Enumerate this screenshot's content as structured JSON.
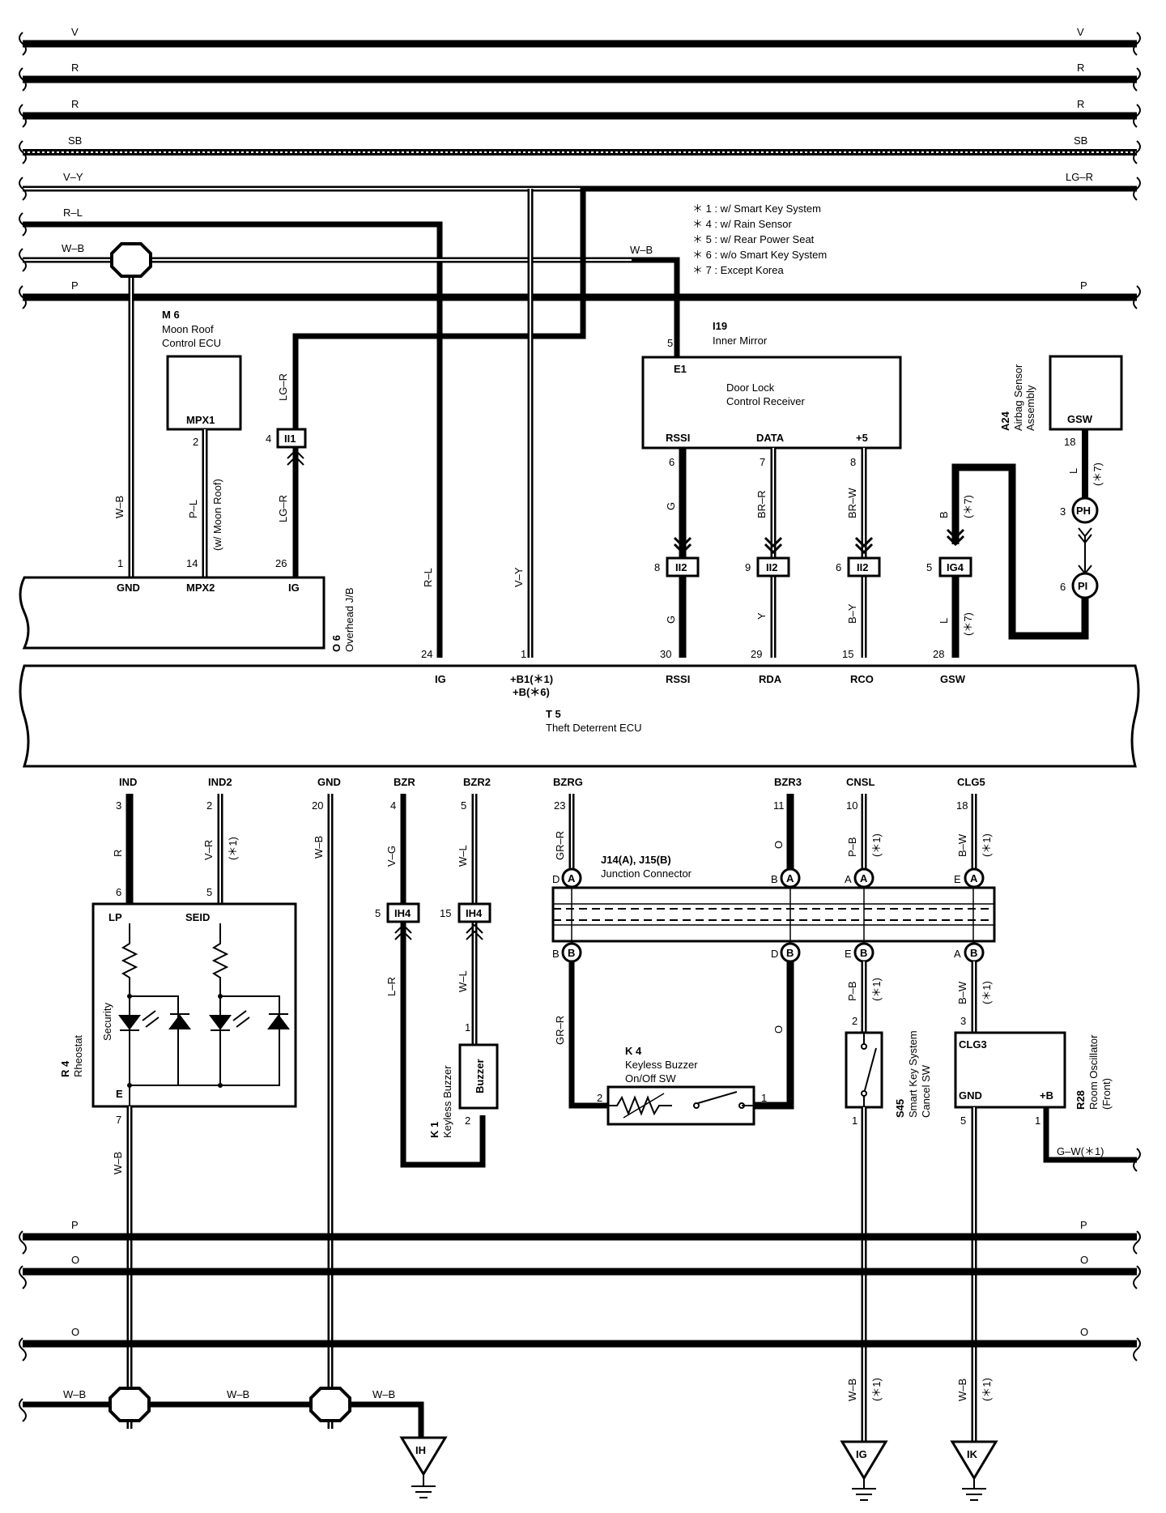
{
  "buses_top": [
    {
      "color": "V",
      "right": "V",
      "style": "thick"
    },
    {
      "color": "R",
      "right": "R",
      "style": "thick"
    },
    {
      "color": "R",
      "right": "R",
      "style": "thick"
    },
    {
      "color": "SB",
      "right": "SB",
      "style": "striped"
    },
    {
      "color": "V–Y",
      "right": "LG–R",
      "style": "double"
    },
    {
      "color": "R–L",
      "right": "",
      "style": "double"
    },
    {
      "color": "W–B",
      "right": "",
      "style": "double"
    },
    {
      "color": "P",
      "right": "P",
      "style": "thick"
    }
  ],
  "buses_bottom": [
    {
      "color": "P",
      "right": "P"
    },
    {
      "color": "O",
      "right": "O"
    },
    {
      "color": "O",
      "right": "O"
    }
  ],
  "notes": [
    "＊ 1 : w/ Smart Key System",
    "＊ 4 : w/ Rain Sensor",
    "＊ 5 : w/ Rear Power Seat",
    "＊ 6 : w/o Smart Key System",
    "＊ 7 : Except Korea"
  ],
  "components": {
    "m6": {
      "code": "M 6",
      "name1": "Moon Roof",
      "name2": "Control ECU",
      "terminal": "MPX1"
    },
    "i19": {
      "code": "I19",
      "name": "Inner Mirror",
      "box1": "Door Lock",
      "box2": "Control Receiver",
      "e1": "E1",
      "rssi": "RSSI",
      "data": "DATA",
      "p5": "+5"
    },
    "a24": {
      "code": "A24",
      "name1": "Airbag Sensor",
      "name2": "Assembly",
      "terminal": "GSW"
    },
    "o6": {
      "code": "O 6",
      "name": "Overhead J/B",
      "gnd": "GND",
      "mpx2": "MPX2",
      "ig": "IG"
    },
    "t5": {
      "code": "T 5",
      "name": "Theft Deterrent ECU",
      "top": [
        "IG",
        "+B1(＊1)",
        "+B(＊6)",
        "RSSI",
        "RDA",
        "RCO",
        "GSW"
      ],
      "bottom": [
        "IND",
        "IND2",
        "GND",
        "BZR",
        "BZR2",
        "BZRG",
        "BZR3",
        "CNSL",
        "CLG5"
      ]
    },
    "r4": {
      "code": "R 4",
      "name": "Rheostat",
      "security": "Security",
      "lp": "LP",
      "seid": "SEID",
      "e": "E"
    },
    "k1": {
      "code": "K 1",
      "name": "Keyless Buzzer",
      "box": "Buzzer"
    },
    "k4": {
      "code": "K 4",
      "name1": "Keyless Buzzer",
      "name2": "On/Off SW"
    },
    "j14": {
      "code": "J14(A), J15(B)",
      "name": "Junction Connector"
    },
    "s45": {
      "code": "S45",
      "name1": "Smart Key System",
      "name2": "Cancel SW"
    },
    "r28": {
      "code": "R28",
      "name1": "Room Oscillator",
      "name2": "(Front)",
      "clg3": "CLG3",
      "gnd": "GND",
      "pb": "+B"
    }
  },
  "connectors": {
    "ii1": "II1",
    "ii2": "II2",
    "ig4": "IG4",
    "ih4": "IH4",
    "ph": "PH",
    "pi": "PI",
    "a": "A",
    "b": "B"
  },
  "wires": {
    "wb": "W–B",
    "pl": "P–L",
    "w_moon": "(w/ Moon Roof)",
    "lgr": "LG–R",
    "rl": "R–L",
    "vy": "V–Y",
    "g": "G",
    "brr": "BR–R",
    "y": "Y",
    "brw": "BR–W",
    "by": "B–Y",
    "b": "B",
    "l": "L",
    "star7": "(＊7)",
    "r": "R",
    "vr": "V–R",
    "star1": "(＊1)",
    "vg": "V–G",
    "lr": "L–R",
    "wl": "W–L",
    "grr": "GR–R",
    "o": "O",
    "pb": "P–B",
    "bw": "B–W",
    "gw": "G–W(＊1)"
  },
  "pins": {
    "p1": "1",
    "p2": "2",
    "p3": "3",
    "p4": "4",
    "p5": "5",
    "p6": "6",
    "p7": "7",
    "p8": "8",
    "p9": "9",
    "p10": "10",
    "p11": "11",
    "p14": "14",
    "p15": "15",
    "p18": "18",
    "p20": "20",
    "p23": "23",
    "p24": "24",
    "p26": "26",
    "p28": "28",
    "p29": "29",
    "p30": "30",
    "pD": "D",
    "pB": "B",
    "pA": "A",
    "pE": "E"
  },
  "grounds": [
    "IH",
    "IG",
    "IK"
  ]
}
